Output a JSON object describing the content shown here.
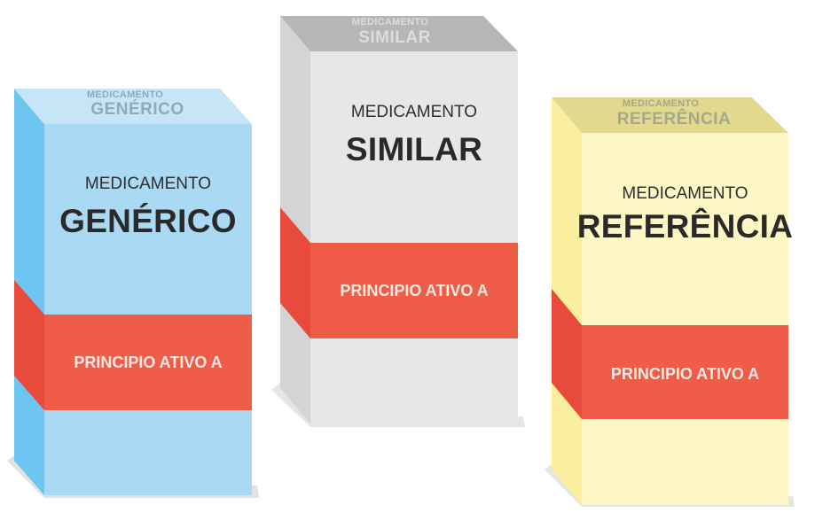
{
  "boxes": [
    {
      "id": "generico",
      "lid_small": "MEDICAMENTO",
      "lid_big": "GENÉRICO",
      "front_small": "MEDICAMENTO",
      "front_big": "GENÉRICO",
      "band_label": "PRINCIPIO ATIVO A",
      "colors": {
        "front": "#aad9f3",
        "side": "#6cc6f1",
        "top": "#c6e6f8",
        "lid_text": "#8fa9b8"
      }
    },
    {
      "id": "similar",
      "lid_small": "MEDICAMENTO",
      "lid_big": "SIMILAR",
      "front_small": "MEDICAMENTO",
      "front_big": "SIMILAR",
      "band_label": "PRINCIPIO ATIVO A",
      "colors": {
        "front": "#e6e7e9",
        "side": "#d2d4d6",
        "top": "#b5b6b8",
        "lid_text": "#dcdddf"
      }
    },
    {
      "id": "referencia",
      "lid_small": "MEDICAMENTO",
      "lid_big": "REFERÊNCIA",
      "front_small": "MEDICAMENTO",
      "front_big": "REFERÊNCIA",
      "band_label": "PRINCIPIO ATIVO A",
      "colors": {
        "front": "#fdf7c5",
        "side": "#fbee9f",
        "top": "#e3d98e",
        "lid_text": "#a3a98a"
      }
    }
  ],
  "band_colors": {
    "front": "#ef5c48",
    "side": "#e84a3b"
  }
}
